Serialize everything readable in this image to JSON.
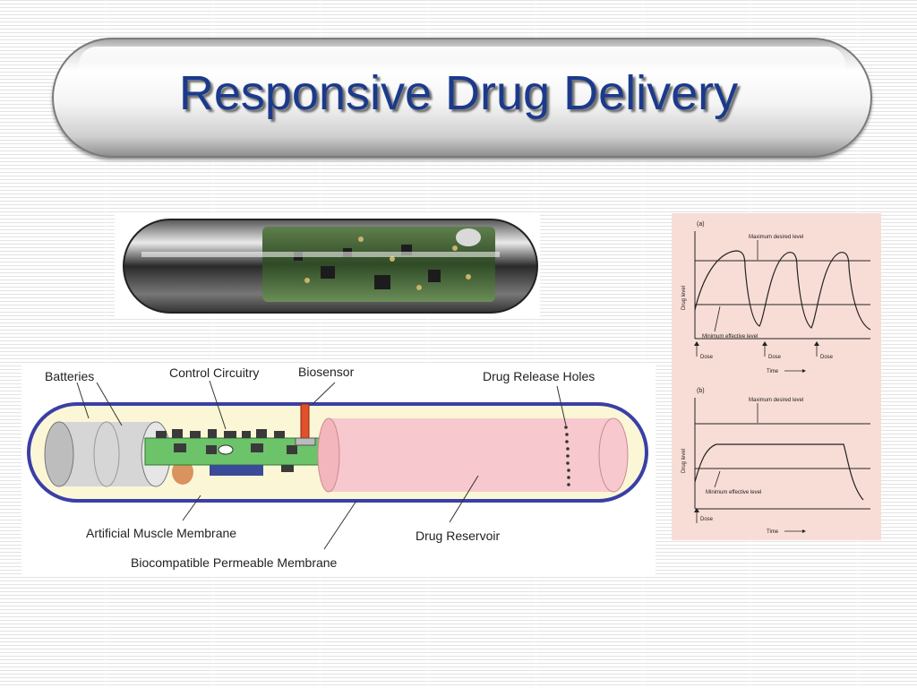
{
  "slide": {
    "title": "Responsive Drug Delivery"
  },
  "diagram": {
    "labels": {
      "batteries": "Batteries",
      "control_circuitry": "Control Circuitry",
      "biosensor": "Biosensor",
      "drug_release_holes": "Drug Release Holes",
      "artificial_muscle_membrane": "Artificial Muscle Membrane",
      "drug_reservoir": "Drug Reservoir",
      "biocompatible_permeable_membrane": "Biocompatible Permeable Membrane"
    }
  },
  "chart_data": [
    {
      "type": "line",
      "panel": "(a)",
      "ylabel": "Drug level",
      "xlabel": "Time",
      "reference_lines": [
        "Maximum desired level",
        "Minimum effective level"
      ],
      "dose_markers": [
        "Dose",
        "Dose",
        "Dose"
      ],
      "colors": {
        "line": "#1a1a1a",
        "background": "#f8ddd6"
      }
    },
    {
      "type": "line",
      "panel": "(b)",
      "ylabel": "Drug level",
      "xlabel": "Time",
      "reference_lines": [
        "Maximum desired level",
        "Minimum effective level"
      ],
      "dose_markers": [
        "Dose"
      ],
      "colors": {
        "line": "#1a1a1a",
        "background": "#f8ddd6"
      }
    }
  ]
}
